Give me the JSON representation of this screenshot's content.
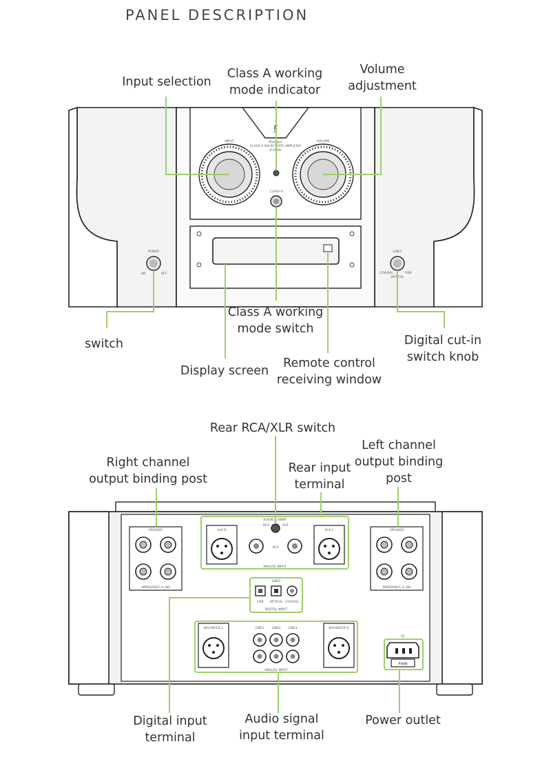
{
  "heading": "PANEL DESCRIPTION",
  "front": {
    "labels": {
      "input_selection": "Input selection",
      "class_a_indicator": [
        "Class A working",
        "mode indicator"
      ],
      "volume": [
        "Volume",
        "adjustment"
      ],
      "switch": "switch",
      "class_a_switch": [
        "Class A working",
        "mode switch"
      ],
      "display": "Display screen",
      "remote": [
        "Remote control",
        "receiving window"
      ],
      "digital_knob": [
        "Digital cut-in",
        "switch knob"
      ]
    },
    "panel_text": {
      "input": "INPUT",
      "volume": "VOLUME",
      "logo_script": "Shengya",
      "subtitle": "CLASS A SOLID STATE AMPLIFIER",
      "model": "A-20HD",
      "class_a": "CLASS A",
      "power": "POWER",
      "on": "ON",
      "off": "OFF",
      "line1": "LINE1",
      "coaxial": "COAXIAL",
      "usb": "USB",
      "optical": "OPTICAL"
    }
  },
  "rear": {
    "labels": {
      "rca_xlr_switch": "Rear RCA/XLR switch",
      "right_post": [
        "Right channel",
        "output binding post"
      ],
      "rear_input": [
        "Rear input",
        "terminal"
      ],
      "left_post": [
        "Left channel",
        "output binding",
        "post"
      ],
      "digital_input": [
        "Digital input",
        "terminal"
      ],
      "audio_input": [
        "Audio signal",
        "input terminal"
      ],
      "power_outlet": "Power outlet"
    },
    "panel_text": {
      "speaker": "SPEAKER",
      "impedance": "IMPEDANCE 4~8Ω",
      "xlr_rca": "XLR/RCA SWAP",
      "rca": "RCA",
      "xlr": "XLR",
      "xlr_l": "XLR L",
      "xlr_r": "XLR R",
      "analog_input": "ANALOG INPUT",
      "line1": "LINE1",
      "digital_input": "DIGITAL INPUT",
      "usb": "USB",
      "optical": "OPTICAL",
      "coaxial": "COAXIAL",
      "balanced_l": "BALANCED L",
      "balanced_r": "BALANCED R",
      "line1_rca": "LINE1",
      "line2_rca": "LINE2",
      "line3_rca": "LINE3",
      "ac": "AC",
      "fuse": "FUSE"
    }
  }
}
